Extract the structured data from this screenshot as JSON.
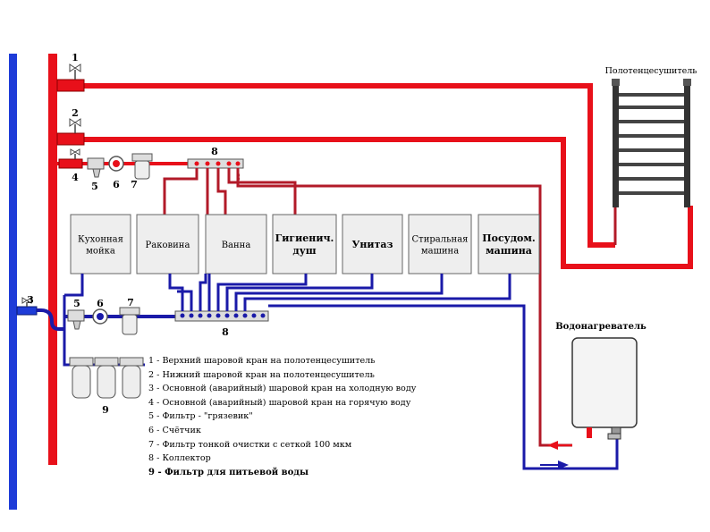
{
  "labels": {
    "towel_dryer": "Полотенцесушитель",
    "water_heater": "Водонагреватель",
    "n1": "1",
    "n2": "2",
    "n3": "3",
    "n4": "4",
    "n5": "5",
    "n6": "6",
    "n7": "7",
    "n8": "8",
    "n9": "9"
  },
  "consumers": [
    {
      "lines": [
        "Кухонная",
        "мойка"
      ],
      "bold": false
    },
    {
      "lines": [
        "Раковина"
      ],
      "bold": false
    },
    {
      "lines": [
        "Ванна"
      ],
      "bold": false
    },
    {
      "lines": [
        "Гигиенич.",
        "душ"
      ],
      "bold": true
    },
    {
      "lines": [
        "Унитаз"
      ],
      "bold": true
    },
    {
      "lines": [
        "Стиральная",
        "машина"
      ],
      "bold": false
    },
    {
      "lines": [
        "Посудом.",
        "машина"
      ],
      "bold": true
    }
  ],
  "legend": [
    "1 - Верхний шаровой кран на полотенцесушитель",
    "2 - Нижний шаровой кран на полотенцесушитель",
    "3 - Основной (аварийный) шаровой кран на холодную воду",
    "4 - Основной (аварийный) шаровой кран на горячую воду",
    "5 - Фильтр - \"грязевик\"",
    "6 - Счётчик",
    "7 - Фильтр тонкой очистки с сеткой 100 мкм",
    "8 - Коллектор",
    "9 - Фильтр для питьевой воды"
  ],
  "colors": {
    "hot": "#e8101a",
    "hot_dark": "#b21a28",
    "cold": "#1a1aa8",
    "cold_riser": "#1e3cd8"
  }
}
